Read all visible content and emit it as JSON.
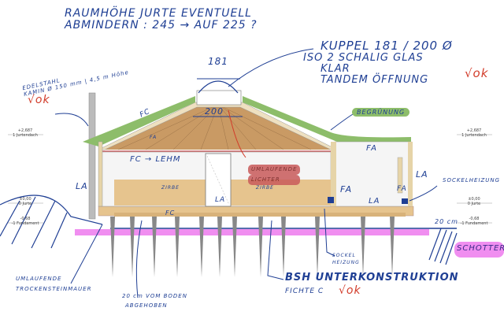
{
  "title_note": {
    "line1": "RAUMHÖHE JURTE EVENTUELL",
    "line2": "ABMINDERN : 245 → AUF 225 ?"
  },
  "dome_note": {
    "line1": "KUPPEL 181 / 200 Ø",
    "line2": "ISO 2 SCHALIG GLAS",
    "line3": "KLAR",
    "line4": "TANDEM ÖFFNUNG",
    "check": "√ok"
  },
  "chimney_note": {
    "line1": "EDELSTAHL",
    "line2": "KAMIN Ø 150 mm | 4,5 m Höhe",
    "check": "√ok"
  },
  "dimensions": {
    "dome_width": "181",
    "dome_inner": "200",
    "gravel_depth": "20 cm"
  },
  "roof_label": "FC",
  "greening_label": "BEGRÜNUNG",
  "light_label": {
    "line1": "UMLAUFENDE",
    "line2": "LICHTER"
  },
  "wall_labels": {
    "fc_lehm": "FC → LEHM",
    "fa_ceiling": "FA",
    "fa_annex_top": "FA",
    "fa_annex_1": "FA",
    "fa_annex_2": "FA",
    "la_left": "LA",
    "la_right": "LA",
    "la_door": "LA",
    "la_annex": "LA",
    "zirbe_1": "ZIRBE",
    "zirbe_2": "ZIRBE",
    "fc_floor": "FC"
  },
  "heating_label": "SOCKELHEIZUNG",
  "heating_label_2": {
    "line1": "SOCKEL",
    "line2": "HEIZUNG"
  },
  "wall_note": {
    "line1": "UMLAUFENDE",
    "line2": "TROCKENSTEINMAUER"
  },
  "floor_note": {
    "line1": "20 cm VOM BODEN",
    "line2": "ABGEHOBEN"
  },
  "structure_note": {
    "line1": "BSH UNTERKONSTRUKTION",
    "line2": "FICHTE C",
    "check": "√ok"
  },
  "gravel_label": "SCHOTTER",
  "levels": {
    "roof": {
      "value": "+2,687",
      "name": "1 Jurtendach"
    },
    "ground": {
      "value": "±0,00",
      "name": "0 Jurte"
    },
    "foundation": {
      "value": "-0,68",
      "name": "-1 Fundament"
    }
  },
  "colors": {
    "ink": "#1f3f94",
    "red": "#d23c2a",
    "roof_green": "#8dbd6a",
    "wood": "#e6c48e",
    "magenta": "#f08ef0"
  }
}
